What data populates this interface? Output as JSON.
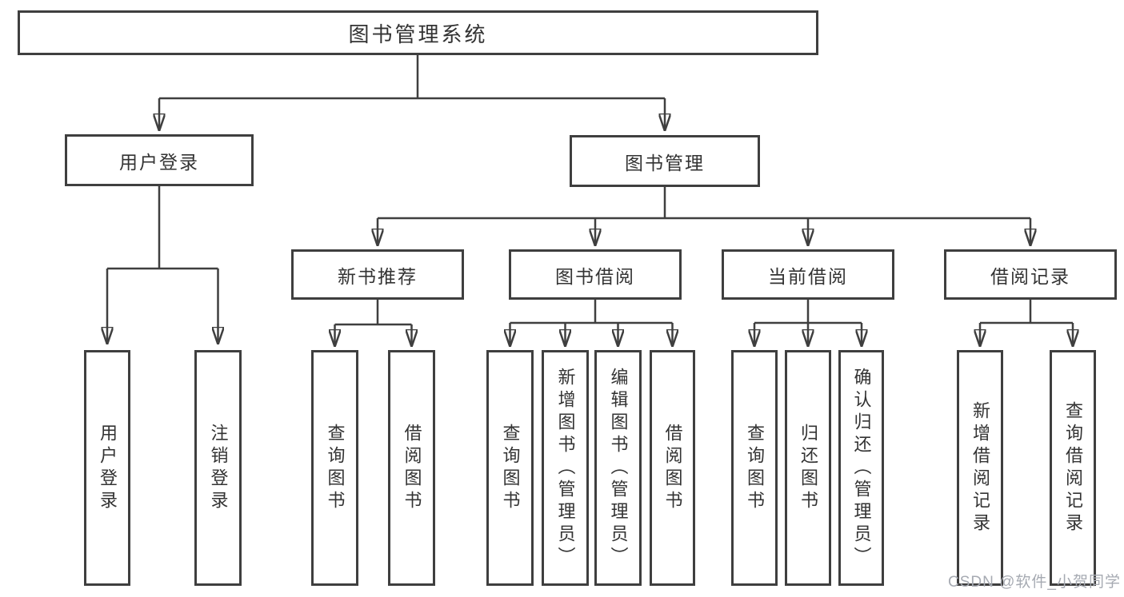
{
  "tree": {
    "root": {
      "label": "图书管理系统",
      "children": [
        {
          "label": "用户登录",
          "children": [
            {
              "label": "用户登录"
            },
            {
              "label": "注销登录"
            }
          ]
        },
        {
          "label": "图书管理",
          "children": [
            {
              "label": "新书推荐",
              "children": [
                {
                  "label": "查询图书"
                },
                {
                  "label": "借阅图书"
                }
              ]
            },
            {
              "label": "图书借阅",
              "children": [
                {
                  "label": "查询图书"
                },
                {
                  "label": "新增图书（管理员）"
                },
                {
                  "label": "编辑图书（管理员）"
                },
                {
                  "label": "借阅图书"
                }
              ]
            },
            {
              "label": "当前借阅",
              "children": [
                {
                  "label": "查询图书"
                },
                {
                  "label": "归还图书"
                },
                {
                  "label": "确认归还（管理员）"
                }
              ]
            },
            {
              "label": "借阅记录",
              "children": [
                {
                  "label": "新增借阅记录"
                },
                {
                  "label": "查询借阅记录"
                }
              ]
            }
          ]
        }
      ]
    }
  },
  "watermark": {
    "text": "CSDN @软件_小贺同学"
  },
  "colors": {
    "line": "#3f3f3f",
    "border": "#3f3f3f",
    "text": "#333333",
    "background": "#ffffff",
    "watermark": "#a6aab2"
  }
}
